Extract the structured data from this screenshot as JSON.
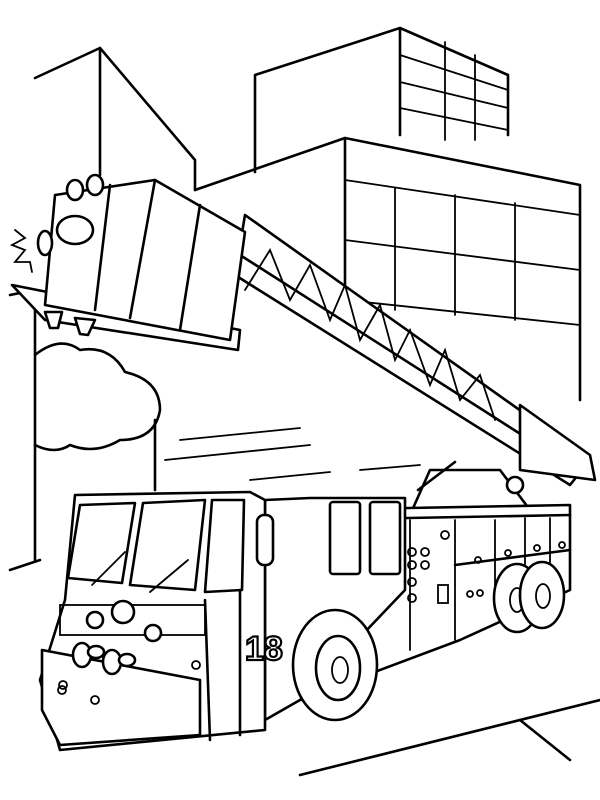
{
  "illustration": {
    "subject": "fire truck with aerial ladder",
    "style": "coloring page line art",
    "truck_number": "18",
    "colors": {
      "line": "#000000",
      "background": "#ffffff"
    }
  }
}
